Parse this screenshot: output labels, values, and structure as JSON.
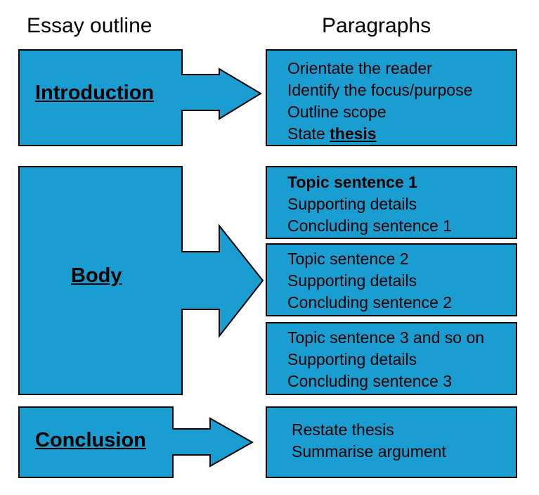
{
  "colors": {
    "box_fill": "#1a9dd1",
    "box_stroke": "#000000",
    "background": "#ffffff"
  },
  "headings": {
    "left": "Essay outline",
    "right": "Paragraphs"
  },
  "sections": {
    "introduction": {
      "label": "Introduction",
      "lines": [
        "Orientate the reader",
        "Identify the focus/purpose",
        "Outline scope"
      ],
      "thesis_prefix": "State ",
      "thesis_word": "thesis"
    },
    "body": {
      "label": "Body",
      "paragraphs": [
        [
          "Topic sentence 1",
          "Supporting details",
          "Concluding sentence 1"
        ],
        [
          "Topic sentence 2",
          "Supporting details",
          "Concluding sentence 2"
        ],
        [
          "Topic sentence 3 and so on",
          "Supporting details",
          "Concluding sentence 3"
        ]
      ]
    },
    "conclusion": {
      "label": "Conclusion",
      "lines": [
        "Restate thesis",
        "Summarise argument"
      ]
    }
  }
}
